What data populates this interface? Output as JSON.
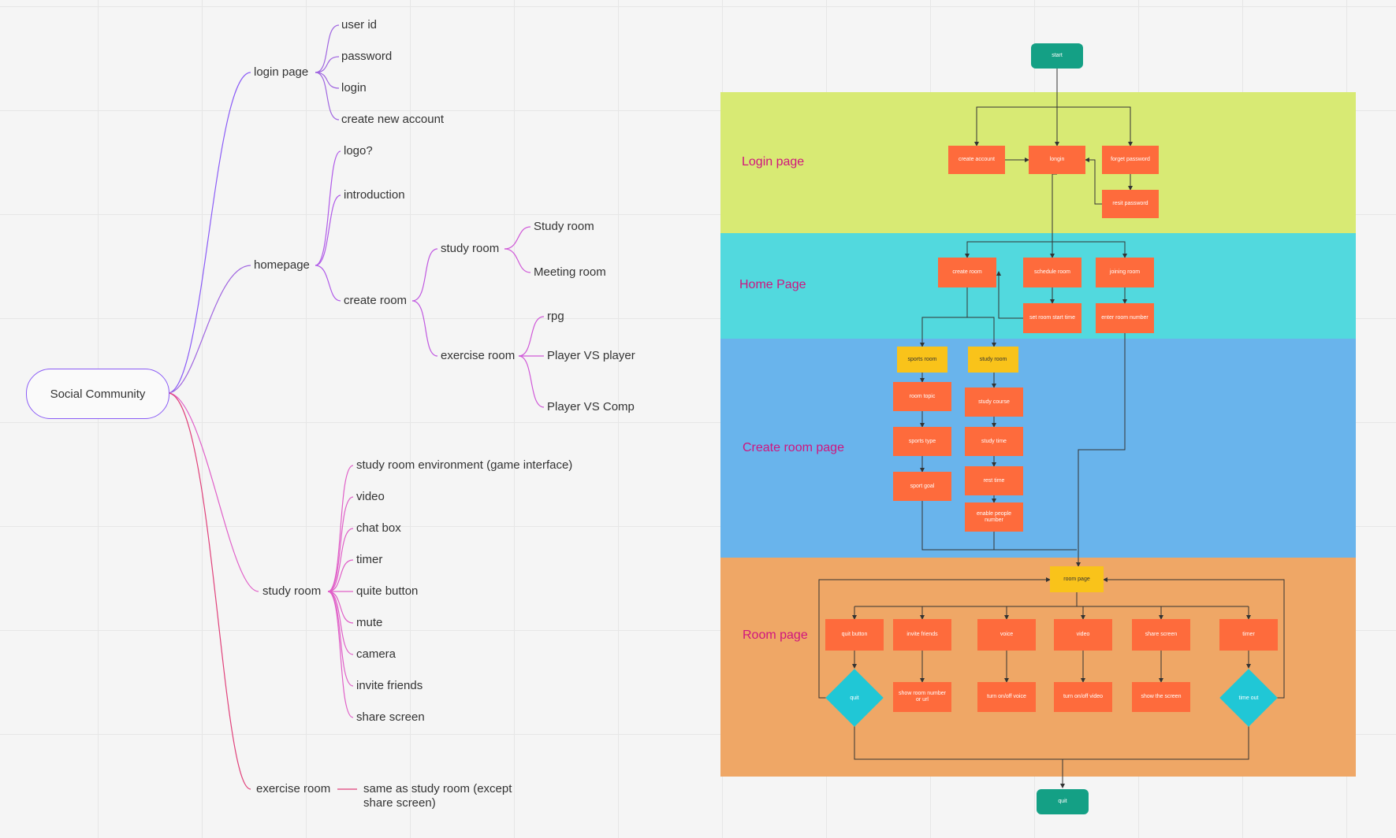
{
  "mindmap": {
    "root": "Social Community",
    "login_page": {
      "label": "login page",
      "children": [
        "user id",
        "password",
        "login",
        "create new account"
      ]
    },
    "homepage": {
      "label": "homepage",
      "children": [
        "logo?",
        "introduction",
        "create room"
      ]
    },
    "create_room": {
      "study_room": {
        "label": "study room",
        "children": [
          "Study room",
          "Meeting room"
        ]
      },
      "exercise_room": {
        "label": "exercise room",
        "children": [
          "rpg",
          "Player VS player",
          "Player VS Comp"
        ]
      }
    },
    "study_room": {
      "label": "study room",
      "children": [
        "study room environment (game interface)",
        "video",
        "chat box",
        "timer",
        "quite button",
        "mute",
        "camera",
        "invite friends",
        "share screen"
      ]
    },
    "exercise_room": {
      "label": "exercise room",
      "child": "same as study room (except share screen)"
    }
  },
  "flowchart": {
    "start": "start",
    "quit": "quit",
    "bands": [
      {
        "label": "Login page",
        "color": "#d8ea74"
      },
      {
        "label": "Home Page",
        "color": "#52d9de"
      },
      {
        "label": "Create room page",
        "color": "#69b4ec"
      },
      {
        "label": "Room page",
        "color": "#efa766"
      }
    ],
    "login": {
      "create_account": "create account",
      "login": "longin",
      "forget_password": "forget password",
      "reset_password": "resit password"
    },
    "home": {
      "create_room": "create room",
      "schedule_room": "schedule room",
      "joining_room": "joining room",
      "set_start_time": "set room start time",
      "enter_room_number": "enter room number"
    },
    "create": {
      "sports_room": "sports room",
      "study_room": "study room",
      "room_topic": "room topic",
      "sports_type": "sports type",
      "sport_goal": "sport goal",
      "study_course": "study course",
      "study_time": "study time",
      "rest_time": "rest time",
      "people_number": "enable people number"
    },
    "room": {
      "room_page": "room page",
      "quit_button": "quit button",
      "invite_friends": "invite friends",
      "voice": "voice",
      "video": "video",
      "share_screen": "share screen",
      "timer": "timer",
      "quit": "quit",
      "show_room_number": "show room number or url",
      "turn_voice": "turn on/off voice",
      "turn_video": "turn on/off video",
      "show_screen": "show the screen",
      "time_out": "time out"
    },
    "colors": {
      "orange": "#fe6b3c",
      "yellow": "#f9c31a",
      "teal": "#14a085",
      "diamond": "#20c7d6",
      "band_label": "#d0157e",
      "mindmap_purple": "#8b5cf6",
      "mindmap_pink": "#e0407a"
    }
  }
}
